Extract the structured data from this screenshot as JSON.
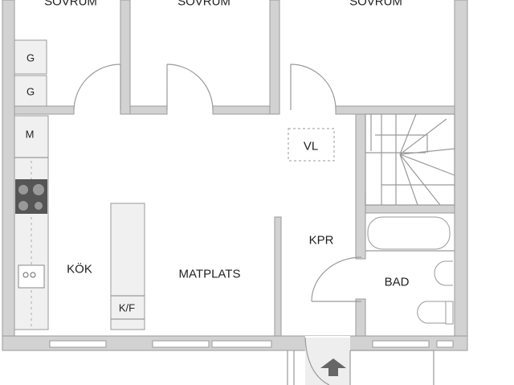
{
  "rooms": {
    "bedroom_1": "SOVRUM",
    "bedroom_2": "SOVRUM",
    "bedroom_3": "SOVRUM",
    "kitchen": "KÖK",
    "dining": "MATPLATS",
    "hall": "KPR",
    "bathroom": "BAD"
  },
  "fixtures": {
    "wardrobe_1": "G",
    "wardrobe_2": "G",
    "microwave": "M",
    "fridge_freezer": "K/F",
    "laundry": "VL"
  },
  "colors": {
    "wall": "#d2d2d2",
    "line": "#9a9a9a",
    "stove": "#555555"
  }
}
